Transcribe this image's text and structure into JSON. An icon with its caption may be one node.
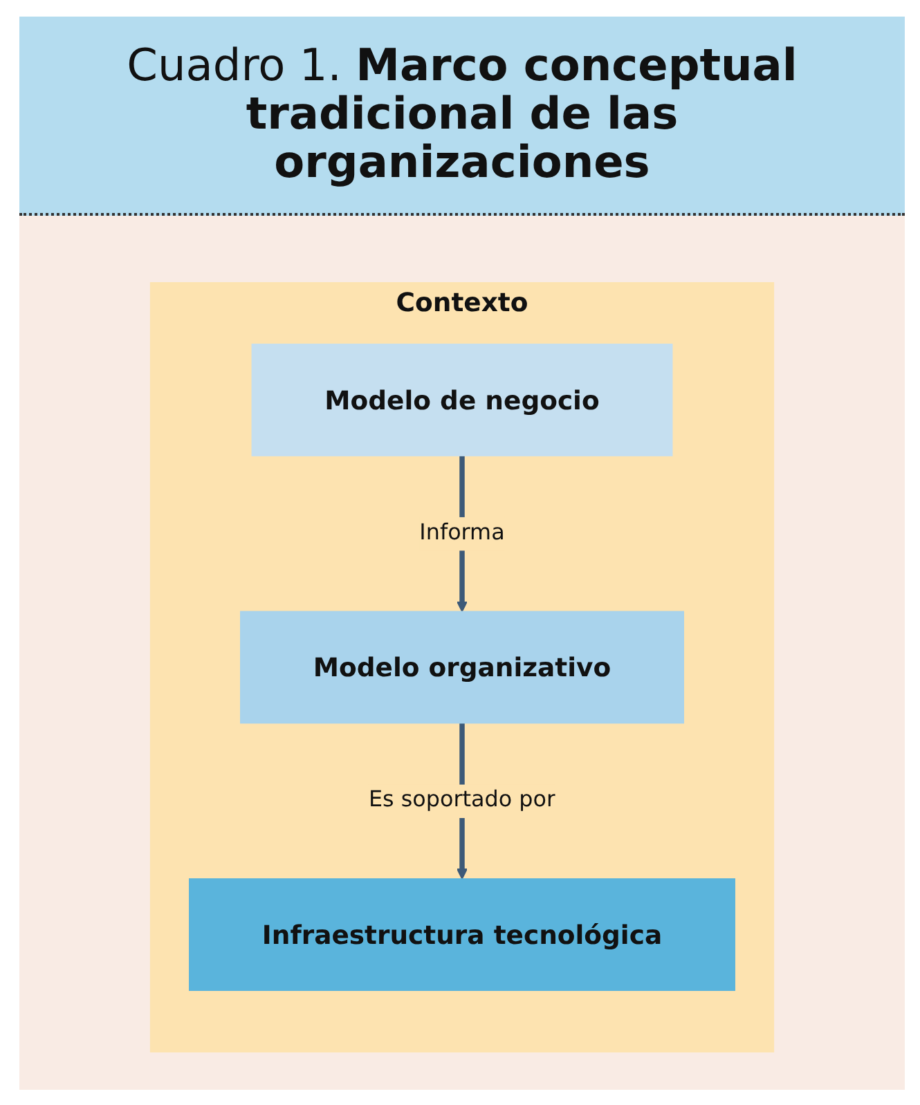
{
  "diagram": {
    "title": "Cuadro 1. **Marco conceptual tradicional de las organizaciones**",
    "nodes": [
      {
        "text": [
          "Contexto"
        ]
      },
      {
        "text": [
          "Modelo de negocio"
        ],
        "in": 0
      },
      {
        "text": [
          "Modelo organizativo"
        ],
        "in": 0
      },
      {
        "text": [
          "Infraestructura tecnológica"
        ],
        "in": 0
      }
    ],
    "edges": [
      {
        "from": 1,
        "to": 2,
        "arrow": "to",
        "label": "Informa"
      },
      {
        "from": 2,
        "to": 3,
        "arrow": "to",
        "label": "Es soportado por"
      }
    ]
  }
}
